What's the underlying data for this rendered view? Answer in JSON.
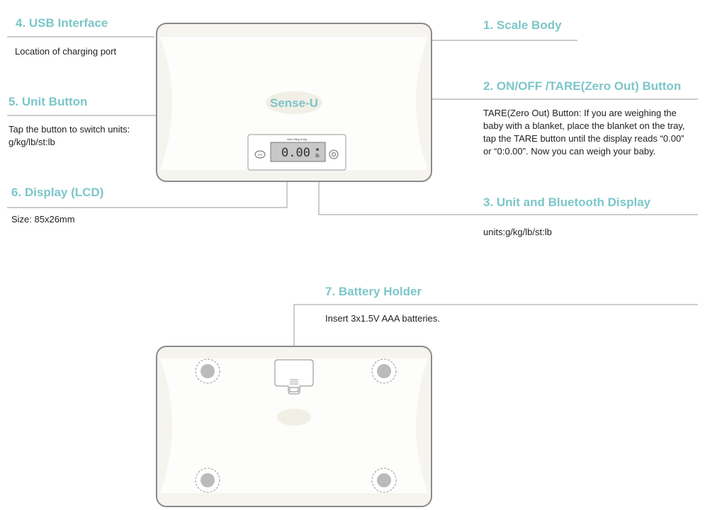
{
  "labels": {
    "usb": {
      "title": "4. USB Interface",
      "desc": "Location of charging port"
    },
    "body": {
      "title": "1. Scale Body"
    },
    "unit_btn": {
      "title": "5. Unit Button",
      "desc": "Tap the button to switch units: g/kg/lb/st:lb"
    },
    "onoff": {
      "title": "2. ON/OFF /TARE(Zero Out) Button",
      "desc": "TARE(Zero Out) Button: If you are weighing the baby with a blanket, place the blanket on the tray, tap the TARE button until the display reads “0.00” or “0:0.00”. Now you can weigh your baby."
    },
    "display": {
      "title": "6. Display (LCD)",
      "desc": "Size: 85x26mm"
    },
    "unit_disp": {
      "title": "3. Unit and Bluetooth Display",
      "desc": "units:g/kg/lb/st:lb"
    },
    "battery": {
      "title": "7. Battery Holder",
      "desc": "Insert 3x1.5V AAA batteries."
    }
  },
  "scale": {
    "brand": "Sense-U",
    "capacity": "Max 20kg d=5g",
    "reading": "0.00",
    "unit": "lb",
    "unit_button": "UNIT"
  },
  "colors": {
    "accent": "#7cc6c9",
    "line": "#999999"
  }
}
